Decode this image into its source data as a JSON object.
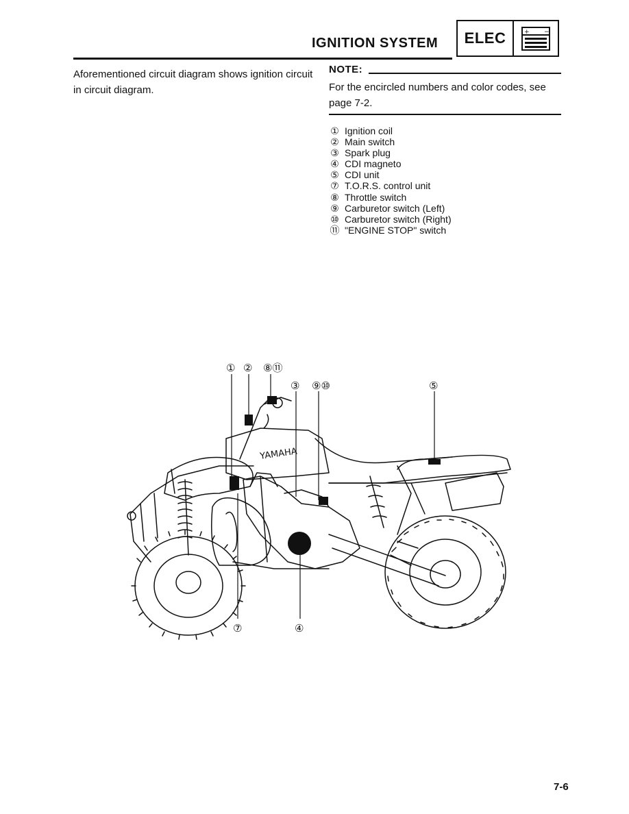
{
  "header": {
    "title": "IGNITION SYSTEM",
    "badge_text": "ELEC",
    "badge_icon": "battery-icon"
  },
  "intro": "Aforementioned circuit diagram shows ignition circuit in circuit diagram.",
  "note": {
    "heading": "NOTE:",
    "text": "For the encircled numbers and color codes, see page 7-2."
  },
  "legend": [
    {
      "num": "①",
      "label": "Ignition coil"
    },
    {
      "num": "②",
      "label": "Main switch"
    },
    {
      "num": "③",
      "label": "Spark plug"
    },
    {
      "num": "④",
      "label": "CDI magneto"
    },
    {
      "num": "⑤",
      "label": "CDI unit"
    },
    {
      "num": "⑦",
      "label": "T.O.R.S. control unit"
    },
    {
      "num": "⑧",
      "label": "Throttle switch"
    },
    {
      "num": "⑨",
      "label": "Carburetor switch (Left)"
    },
    {
      "num": "⑩",
      "label": "Carburetor switch (Right)"
    },
    {
      "num": "⑪",
      "label": "\"ENGINE STOP\" switch"
    }
  ],
  "figure": {
    "callouts": {
      "c1": "①",
      "c2": "②",
      "c811": "⑧⑪",
      "c3": "③",
      "c910": "⑨⑩",
      "c5": "⑤",
      "c7": "⑦",
      "c4": "④"
    },
    "tank_logo": "YAMAHA"
  },
  "page_number": "7-6"
}
